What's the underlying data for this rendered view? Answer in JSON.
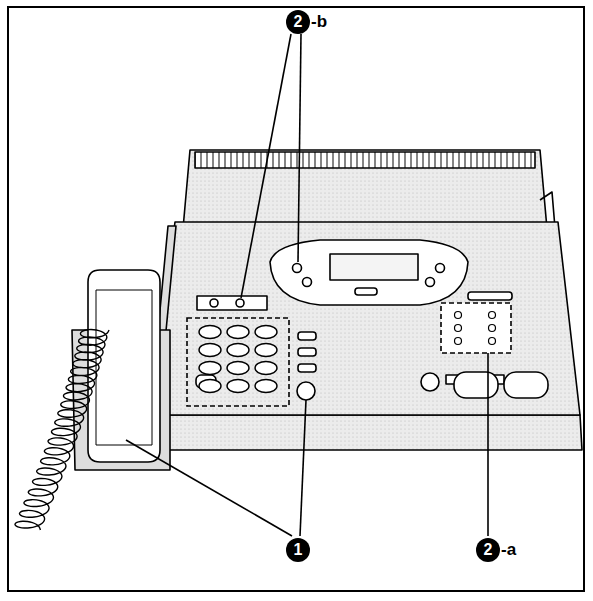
{
  "diagram": {
    "labels": [
      "2",
      "-b",
      "1",
      "2",
      "-a"
    ]
  }
}
